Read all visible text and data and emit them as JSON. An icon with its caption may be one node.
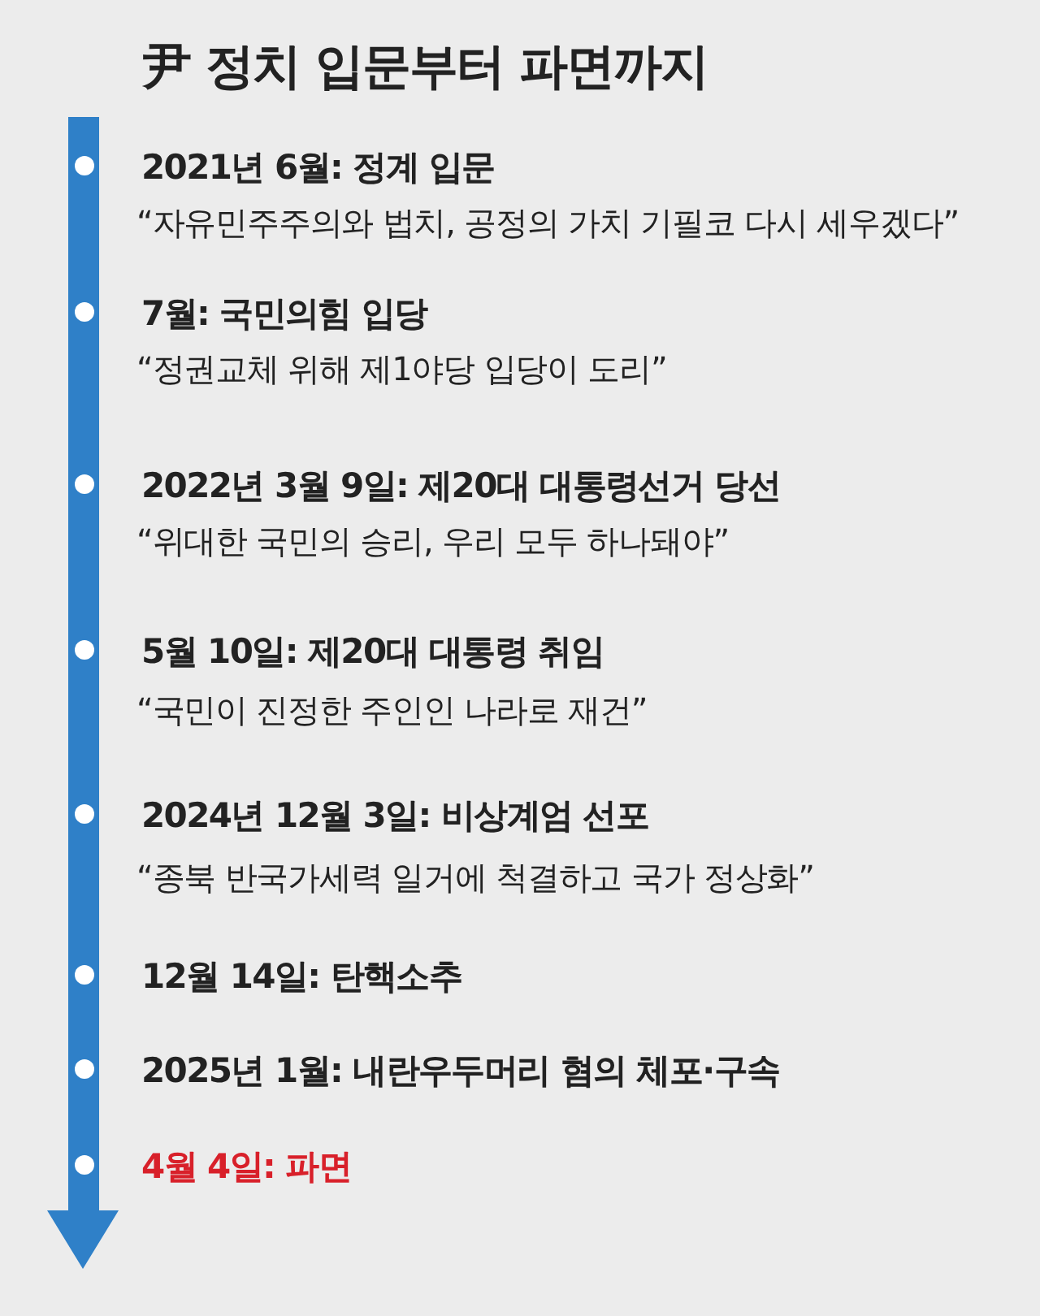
{
  "diagram": {
    "title": "尹 정치 입문부터 파면까지",
    "labels": [
      "2021년 6월: 정계 입문",
      "“자유민주주의와 법치, 공정의 가치 기필코 다시 세우겠다”",
      "7월: 국민의힘 입당",
      "“정권교체 위해 제1야당 입당이 도리”",
      "2022년 3월 9일: 제20대 대통령선거 당선",
      "“위대한 국민의 승리, 우리 모두 하나돼야”",
      "5월 10일: 제20대 대통령 취임",
      "“국민이 진정한 주인인 나라로 재건”",
      "2024년 12월 3일: 비상계엄 선포",
      "“종북 반국가세력 일거에 척결하고 국가 정상화”",
      "12월 14일: 탄핵소추",
      "2025년 1월: 내란우두머리 혐의 체포·구속",
      "4월 4일: 파면"
    ]
  }
}
